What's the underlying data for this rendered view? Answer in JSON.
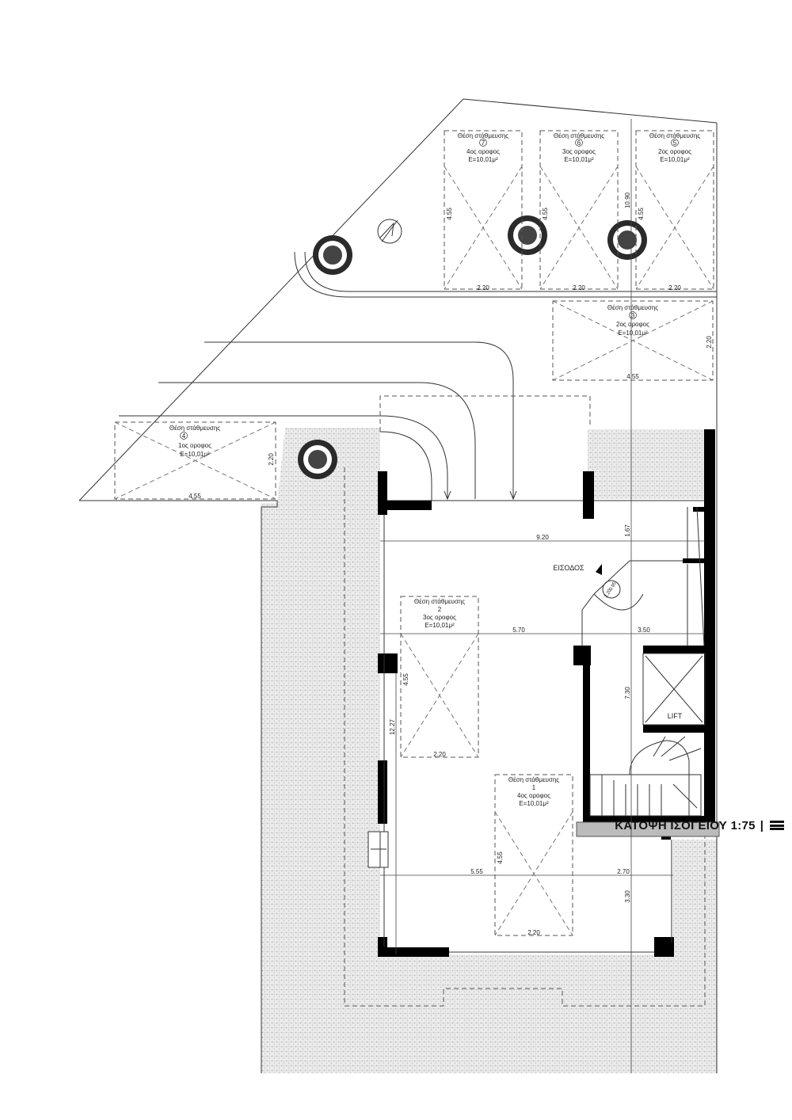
{
  "drawing": {
    "title": "ΚΑΤΟΨΗ ΙΣΟΓΕΙΟΥ 1:75",
    "separator": "|",
    "title_icon": "menu-icon"
  },
  "labels": {
    "entrance": "ΕΙΣΟΔΟΣ",
    "lift": "LIFT",
    "door_width": "0.95",
    "door_height": "2.20"
  },
  "parking_spaces": [
    {
      "id": "p7",
      "title": "Θέση στάθμευσης",
      "number": "7",
      "floor": "4ος οροφος",
      "area": "Ε=10,01μ²",
      "depth": "4.55",
      "width": "2.20"
    },
    {
      "id": "p6",
      "title": "Θέση στάθμευσης",
      "number": "6",
      "floor": "3ος οροφος",
      "area": "Ε=10,01μ²",
      "depth": "4.55",
      "width": "2.20"
    },
    {
      "id": "p5",
      "title": "Θέση στάθμευσης",
      "number": "5",
      "floor": "2ος οροφος",
      "area": "Ε=10,01μ²",
      "depth": "4.55",
      "width": "2.20"
    },
    {
      "id": "p3",
      "title": "Θέση στάθμευσης",
      "number": "3",
      "floor": "2ος οροφος",
      "area": "Ε=10,01μ²",
      "depth": "4.55",
      "width": "2.20"
    },
    {
      "id": "p4",
      "title": "Θέση στάθμευσης",
      "number": "4",
      "floor": "1ος οροφος",
      "area": "Ε=10,01μ²",
      "depth": "4.55",
      "width": "2.20"
    },
    {
      "id": "p2",
      "title": "Θέση στάθμευσης",
      "number": "2",
      "floor": "3ος οροφος",
      "area": "Ε=10,01μ²",
      "depth": "4.55",
      "width": "2.20"
    },
    {
      "id": "p1",
      "title": "Θέση στάθμευσης",
      "number": "1",
      "floor": "4ος οροφος",
      "area": "Ε=10,01μ²",
      "depth": "4.55",
      "width": "2.20"
    }
  ],
  "dimensions": {
    "d_1090": "10.90",
    "d_920": "9.20",
    "d_167": "1.67",
    "d_570": "5.70",
    "d_350": "3.50",
    "d_730": "7.30",
    "d_1227": "12.27",
    "d_555": "5.55",
    "d_270": "2.70",
    "d_330": "3.30"
  },
  "colors": {
    "line": "#333333",
    "wall": "#000000",
    "hatch": "#bdbdbd"
  }
}
